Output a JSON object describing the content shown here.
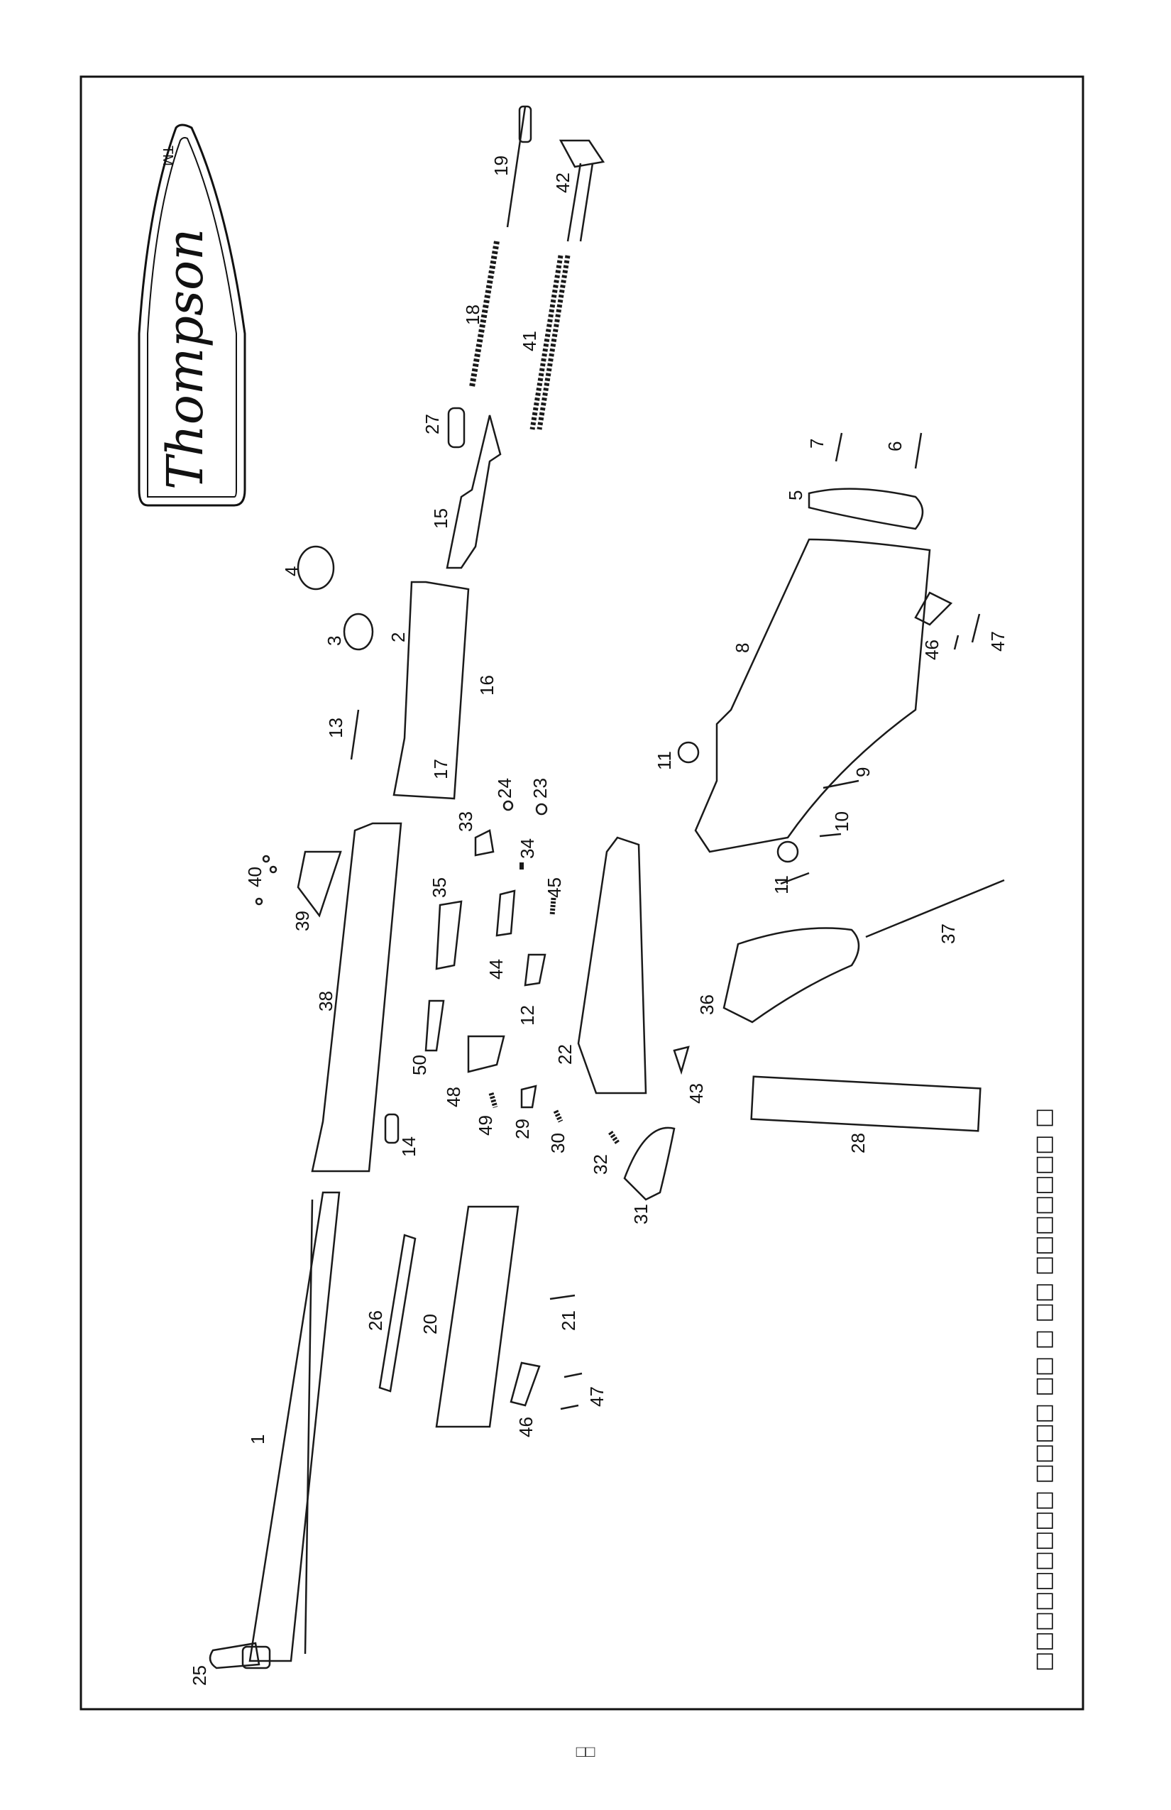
{
  "logo": {
    "wordmark": "Thompson",
    "trademark": "TM"
  },
  "part_labels": [
    "1",
    "2",
    "3",
    "4",
    "5",
    "6",
    "7",
    "8",
    "9",
    "10",
    "11",
    "12",
    "13",
    "14",
    "15",
    "16",
    "17",
    "18",
    "19",
    "20",
    "21",
    "22",
    "23",
    "24",
    "25",
    "26",
    "27",
    "28",
    "29",
    "30",
    "31",
    "32",
    "33",
    "34",
    "35",
    "36",
    "37",
    "38",
    "39",
    "40",
    "41",
    "42",
    "43",
    "44",
    "45",
    "46",
    "47",
    "48",
    "49",
    "50"
  ],
  "caption": "□□□□□□□□□ □□□□ □□ □ □□ □□□□□□□ □",
  "page_number": "□□",
  "colors": {
    "line": "#1a1a1a",
    "background": "#ffffff"
  }
}
